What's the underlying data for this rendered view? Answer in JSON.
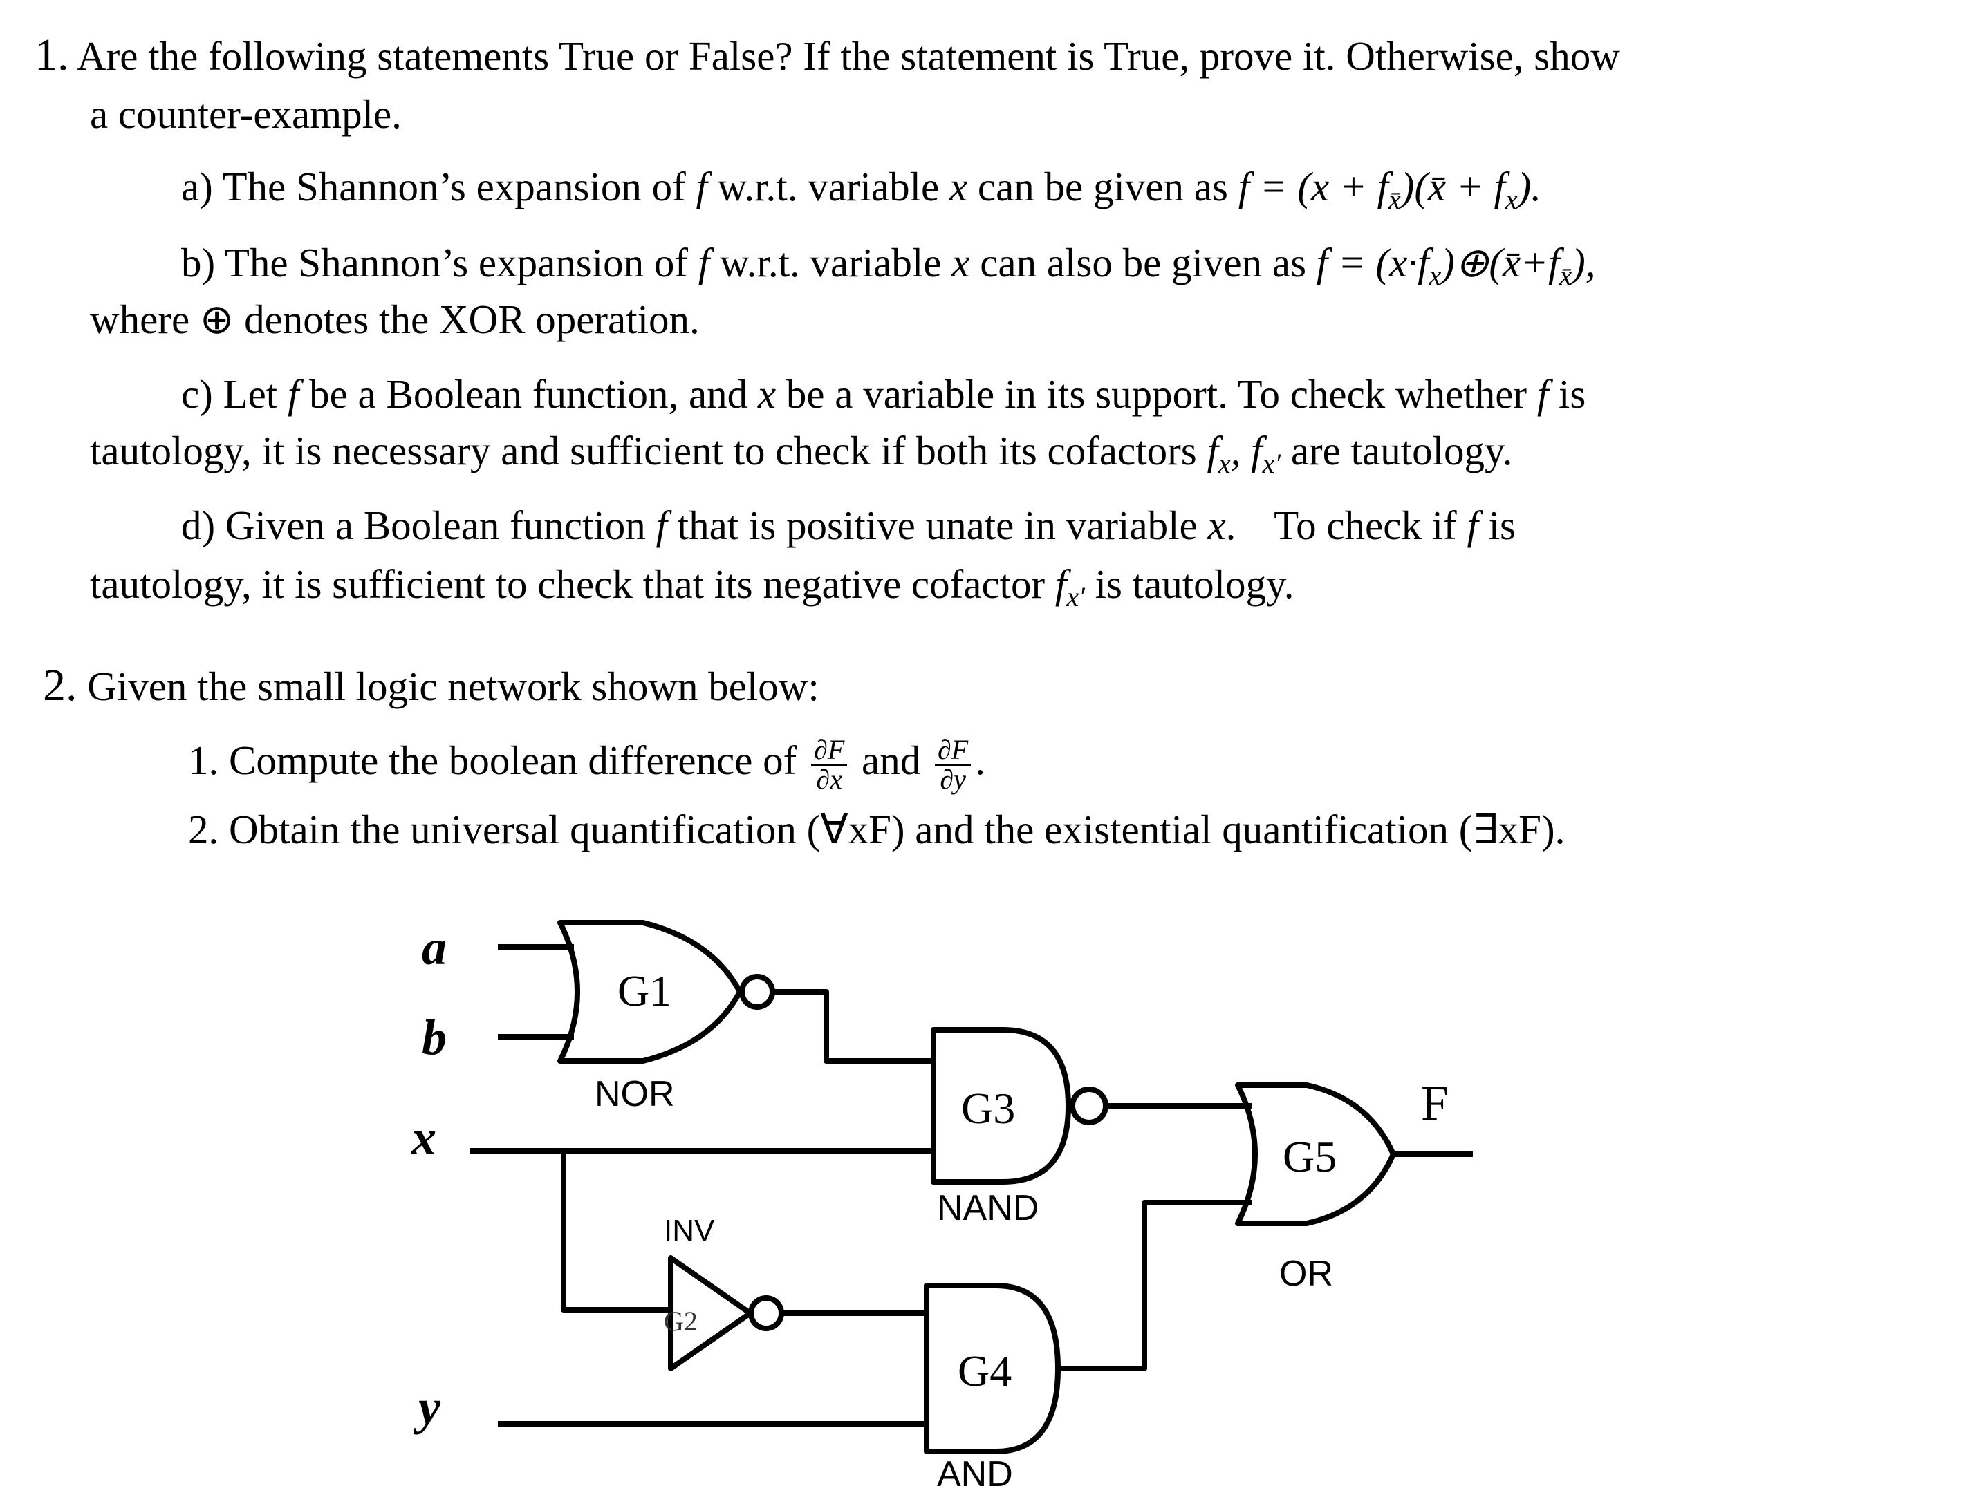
{
  "q1": {
    "number": "1.",
    "line1": "Are the following statements True or False? If the statement is True, prove it. Otherwise, show",
    "line2": "a counter-example.",
    "a": {
      "label": "a) The Shannon’s expansion of",
      "f": "f",
      "mid": "w.r.t. variable",
      "x": "x",
      "tail": "can be given as",
      "formula": "f = (x + f",
      "formula_rest": ")(x̄ + f",
      "formula_end": ")."
    },
    "b": {
      "label": "b) The Shannon’s expansion of",
      "mid": "w.r.t. variable",
      "tail": "can also be given as",
      "formula": "f = (x·f",
      "formula_mid": ")⊕(x̄+f",
      "formula_end": "),",
      "line2_pre": "where",
      "xor_symbol": "⊕",
      "line2_post": "denotes the XOR operation."
    },
    "c": {
      "pre": "c) Let",
      "mid1": "be a Boolean function, and",
      "mid2": "be a variable in its support. To check whether",
      "end": "is",
      "line2_pre": "tautology, it is necessary and sufficient to check if both its cofactors",
      "line2_post": "are tautology."
    },
    "d": {
      "pre": "d) Given a Boolean function",
      "mid": "that is positive unate in variable",
      "mid2": "To check if",
      "end": "is",
      "line2_pre": "tautology, it is sufficient to check that its negative cofactor",
      "line2_post": "is tautology."
    }
  },
  "q2": {
    "number": "2.",
    "intro": "Given the small logic network shown below:",
    "item1_pre": "1. Compute the boolean difference of",
    "item1_and": "and",
    "item1_end": ".",
    "frac_num": "∂F",
    "frac_den_x": "∂x",
    "frac_den_y": "∂y",
    "item2": "2. Obtain the universal quantification (∀xF) and the existential quantification (∃xF)."
  },
  "circuit": {
    "inputs": {
      "a": "a",
      "b": "b",
      "x": "x",
      "y": "y"
    },
    "output": "F",
    "gates": [
      {
        "id": "G1",
        "type": "NOR"
      },
      {
        "id": "G2",
        "type": "INV"
      },
      {
        "id": "G3",
        "type": "NAND"
      },
      {
        "id": "G4",
        "type": "AND"
      },
      {
        "id": "G5",
        "type": "OR"
      }
    ]
  }
}
